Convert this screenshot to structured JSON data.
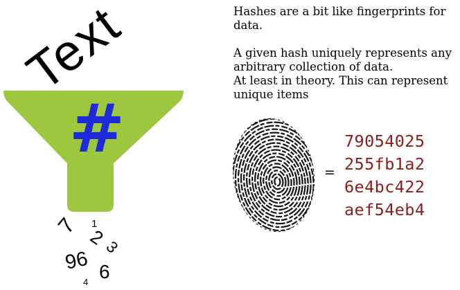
{
  "funnel": {
    "input_label": "Text",
    "hash_symbol": "#",
    "output_digits": [
      "1",
      "7",
      "2",
      "3",
      "96",
      "6",
      "4"
    ]
  },
  "description": {
    "line_1": "Hashes are a bit like fingerprints for data.",
    "line_2": "A given hash uniquely represents any arbitrary collection of data.",
    "line_3": "At least in theory. This can represent unique items"
  },
  "equation": {
    "equals_sign": "=",
    "hash_lines": [
      "79054025",
      "255fb1a2",
      "6e4bc422",
      "aef54eb4"
    ]
  },
  "colors": {
    "funnel_fill": "#9dc73f",
    "hash_symbol": "#1f2bd8",
    "hash_text": "#8c1d1d",
    "text_label": "#000000",
    "fingerprint": "#1a1a1a"
  },
  "icons": {
    "funnel": "funnel-icon",
    "fingerprint": "fingerprint-icon"
  }
}
